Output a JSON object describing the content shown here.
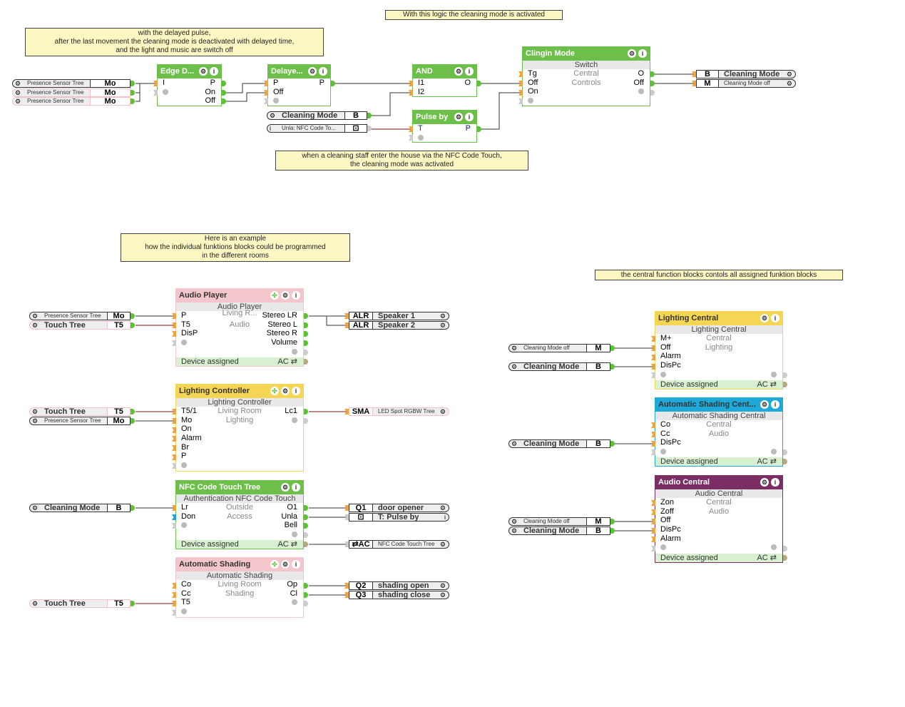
{
  "notes": {
    "top_center": "With this logic the cleaning mode is activated",
    "top_left": "with the delayed pulse,\nafter the last movement the cleaning mode is deactivated with delayed time,\nand the light and music are switch off",
    "nfc_note": "when a cleaning staff enter the house via the NFC Code Touch,\nthe cleaning mode was activated",
    "example_note": "Here is an example\nhow the individual funktions blocks could be programmed\nin the different rooms",
    "central_note": "the central function blocks contols all assigned funktion blocks"
  },
  "icons": {
    "gear": "⚙",
    "info": "i",
    "move": "✣",
    "swap": "⇄",
    "plus": "+",
    "pulse_out": "⊡"
  },
  "colors": {
    "green": "#6cc04a",
    "pink": "#f4c6cc",
    "yellow": "#f5d654",
    "cyan": "#1fa9d8",
    "purple": "#7a2e64",
    "wire": "#333333",
    "wire_red": "#7a1010",
    "note_bg": "#fdf7c3"
  },
  "logic": {
    "inputs_left": [
      {
        "label": "Presence Sensor Tree",
        "code": "Mo"
      },
      {
        "label": "Presence Sensor Tree",
        "code": "Mo"
      },
      {
        "label": "Presence Sensor Tree",
        "code": "Mo"
      }
    ],
    "edge": {
      "title": "Edge D...",
      "inputs": [
        "I"
      ],
      "outputs": [
        "P",
        "On",
        "Off"
      ]
    },
    "delayed": {
      "title": "Delaye...",
      "inputs": [
        "P",
        "Off"
      ],
      "outputs": [
        "P"
      ]
    },
    "cleaning_input": {
      "label": "Cleaning Mode",
      "code": "B"
    },
    "nfc_input": {
      "label": "Unla: NFC Code To...",
      "code": "⊡"
    },
    "and": {
      "title": "AND",
      "inputs": [
        "I1",
        "I2"
      ],
      "outputs": [
        "O"
      ]
    },
    "pulse": {
      "title": "Pulse by",
      "inputs": [
        "T"
      ],
      "outputs": [
        "P"
      ]
    },
    "switch": {
      "title": "Clingin Mode",
      "subtitle": "Switch",
      "mid": [
        "Central",
        "Controls"
      ],
      "inputs": [
        "Tg",
        "Off",
        "On"
      ],
      "outputs": [
        "O",
        "Off"
      ]
    },
    "outputs_right": [
      {
        "code": "B",
        "label": "Cleaning Mode"
      },
      {
        "code": "M",
        "label": "Cleaning Mode off"
      }
    ]
  },
  "rooms": {
    "audio_player": {
      "title": "Audio Player",
      "subtitle": "Audio Player",
      "mid": [
        "Living R...",
        "Audio"
      ],
      "inputs": [
        "P",
        "T5",
        "DisP"
      ],
      "outputs": [
        "Stereo LR",
        "Stereo L",
        "Stereo R",
        "Volume"
      ],
      "footer": "Device assigned",
      "footer_right": "AC ⇄",
      "left_conns": [
        {
          "label": "Presence Sensor Tree",
          "code": "Mo"
        },
        {
          "label": "Touch Tree",
          "code": "T5"
        }
      ],
      "right_conns": [
        {
          "code": "ALR",
          "label": "Speaker 1"
        },
        {
          "code": "ALR",
          "label": "Speaker 2"
        }
      ]
    },
    "lighting_controller": {
      "title": "Lighting Controller",
      "subtitle": "Lighting Controller",
      "mid": [
        "Living Room",
        "Lighting"
      ],
      "inputs": [
        "T5/1",
        "Mo",
        "On",
        "Alarm",
        "Br",
        "P"
      ],
      "outputs": [
        "Lc1"
      ],
      "left_conns": [
        {
          "label": "Touch Tree",
          "code": "T5"
        },
        {
          "label": "Presence Sensor Tree",
          "code": "Mo"
        }
      ],
      "right_conns": [
        {
          "code": "SMA",
          "label": "LED Spot RGBW Tree"
        }
      ]
    },
    "nfc": {
      "title": "NFC Code Touch Tree",
      "subtitle": "Authentication NFC Code Touch",
      "mid": [
        "Outside",
        "Access"
      ],
      "inputs": [
        "Lr",
        "Don"
      ],
      "outputs": [
        "O1",
        "Unla",
        "Bell"
      ],
      "footer": "Device assigned",
      "footer_right": "AC ⇄",
      "left_conns": [
        {
          "label": "Cleaning Mode",
          "code": "B"
        }
      ],
      "right_conns": [
        {
          "code": "Q1",
          "label": "door opener"
        },
        {
          "code": "⊡",
          "label": "T: Pulse by"
        },
        {
          "code": "⇄AC",
          "label": "NFC Code Touch Tree"
        }
      ]
    },
    "shading": {
      "title": "Automatic Shading",
      "subtitle": "Automatic Shading",
      "mid": [
        "Living Room",
        "Shading"
      ],
      "inputs": [
        "Co",
        "Cc",
        "T5"
      ],
      "outputs": [
        "Op",
        "Cl"
      ],
      "left_conns": [
        {
          "label": "Touch Tree",
          "code": "T5"
        }
      ],
      "right_conns": [
        {
          "code": "Q2",
          "label": "shading open"
        },
        {
          "code": "Q3",
          "label": "shading close"
        }
      ]
    }
  },
  "central": {
    "lighting": {
      "title": "Lighting Central",
      "subtitle": "Lighting Central",
      "mid": [
        "Central",
        "Lighting"
      ],
      "inputs": [
        "M+",
        "Off",
        "Alarm",
        "DisPc"
      ],
      "footer": "Device assigned",
      "footer_right": "AC ⇄",
      "left_conns": [
        {
          "label": "Cleaning Mode off",
          "code": "M"
        },
        {
          "label": "Cleaning Mode",
          "code": "B"
        }
      ]
    },
    "shading": {
      "title": "Automatic Shading Cent...",
      "subtitle": "Automatic Shading Central",
      "mid": [
        "Central",
        "Audio"
      ],
      "inputs": [
        "Co",
        "Cc",
        "DisPc"
      ],
      "footer": "Device assigned",
      "footer_right": "AC ⇄",
      "left_conns": [
        {
          "label": "Cleaning Mode",
          "code": "B"
        }
      ]
    },
    "audio": {
      "title": "Audio Central",
      "subtitle": "Audio Central",
      "mid": [
        "Central",
        "Audio"
      ],
      "inputs": [
        "Zon",
        "Zoff",
        "Off",
        "DisPc",
        "Alarm"
      ],
      "footer": "Device assigned",
      "footer_right": "AC ⇄",
      "left_conns": [
        {
          "label": "Cleaning Mode off",
          "code": "M"
        },
        {
          "label": "Cleaning Mode",
          "code": "B"
        }
      ]
    }
  }
}
